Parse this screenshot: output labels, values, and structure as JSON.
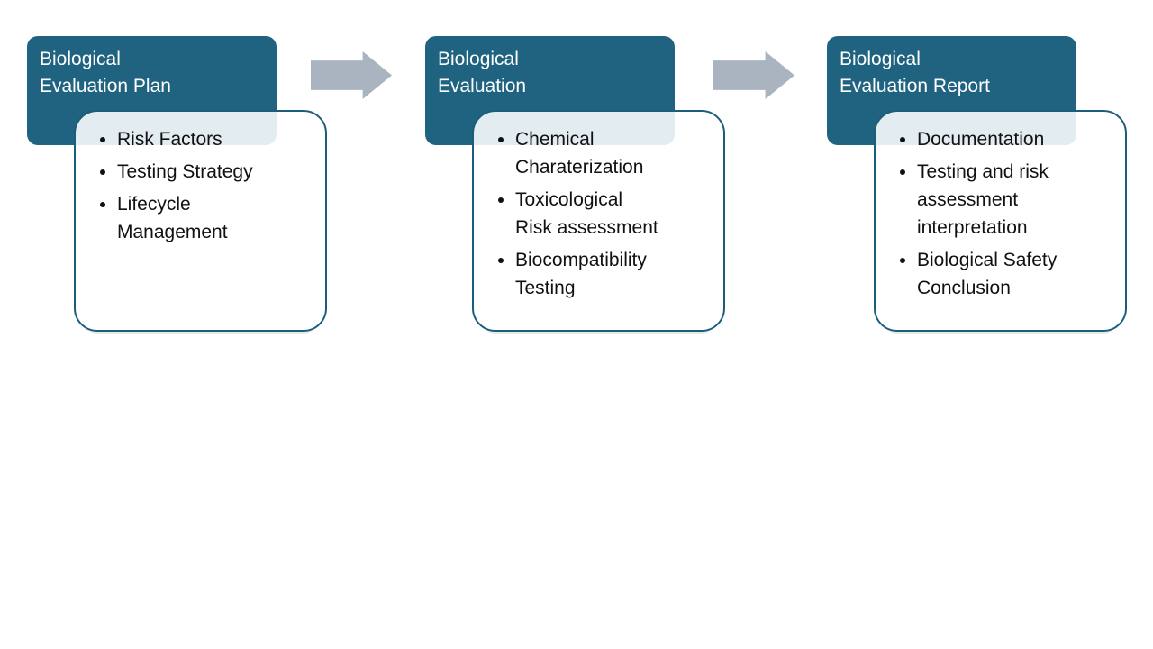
{
  "colors": {
    "stage_header_fill": "#1f6380",
    "content_box_border": "#1d5d7c",
    "content_box_fill": "#ffffff",
    "header_overlap_band": "#e4ebf0",
    "arrow_fill": "#a9b4c0",
    "title_text": "#ffffff",
    "bullet_text": "#111111",
    "background": "#ffffff"
  },
  "groups": [
    {
      "title": "Biological\nEvaluation Plan",
      "bullets": [
        "Risk Factors",
        "Testing Strategy",
        "Lifecycle\nManagement"
      ]
    },
    {
      "title": "Biological\nEvaluation",
      "bullets": [
        "Chemical\nCharaterization",
        "Toxicological\nRisk assessment",
        "Biocompatibility\nTesting"
      ]
    },
    {
      "title": "Biological\nEvaluation Report",
      "bullets": [
        "Documentation",
        "Testing and risk\nassessment\ninterpretation",
        "Biological Safety\nConclusion"
      ]
    }
  ],
  "arrows": [
    {
      "icon": "right-arrow"
    },
    {
      "icon": "right-arrow"
    }
  ]
}
